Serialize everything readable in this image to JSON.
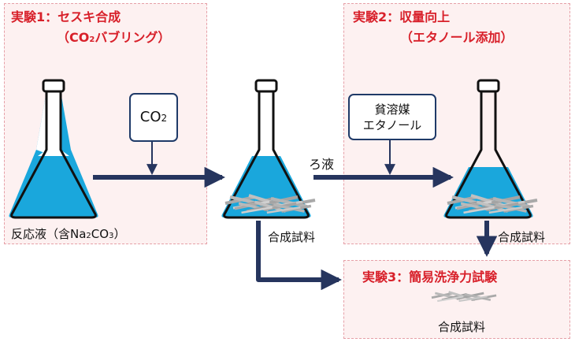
{
  "experiment1": {
    "title": "実験1：セスキ合成",
    "subtitle_pre": "（CO",
    "subtitle_sub": "2",
    "subtitle_post": "バブリング）"
  },
  "experiment2": {
    "title": "実験2：収量向上",
    "subtitle": "（エタノール添加）"
  },
  "experiment3": {
    "title": "実験3：簡易洗浄力試験"
  },
  "co2_box": {
    "main": "CO",
    "sub": "2"
  },
  "solvent_box": {
    "line1": "貧溶媒",
    "line2": "エタノール"
  },
  "labels": {
    "reaction_liquid_pre": "反応液（含Na",
    "reaction_liquid_sub1": "2",
    "reaction_liquid_mid": "CO",
    "reaction_liquid_sub2": "3",
    "reaction_liquid_post": "）",
    "filtrate": "ろ液",
    "sample_1": "合成試料",
    "sample_2": "合成試料",
    "sample_3": "合成試料"
  },
  "colors": {
    "panel_border": "#e6a0a8",
    "panel_fill": "#fdf1f1",
    "title_red": "#d8202a",
    "arrow_navy": "#26355e",
    "liquid_blue": "#1aa7dc",
    "crystal_gray": "#a9a9a9"
  }
}
